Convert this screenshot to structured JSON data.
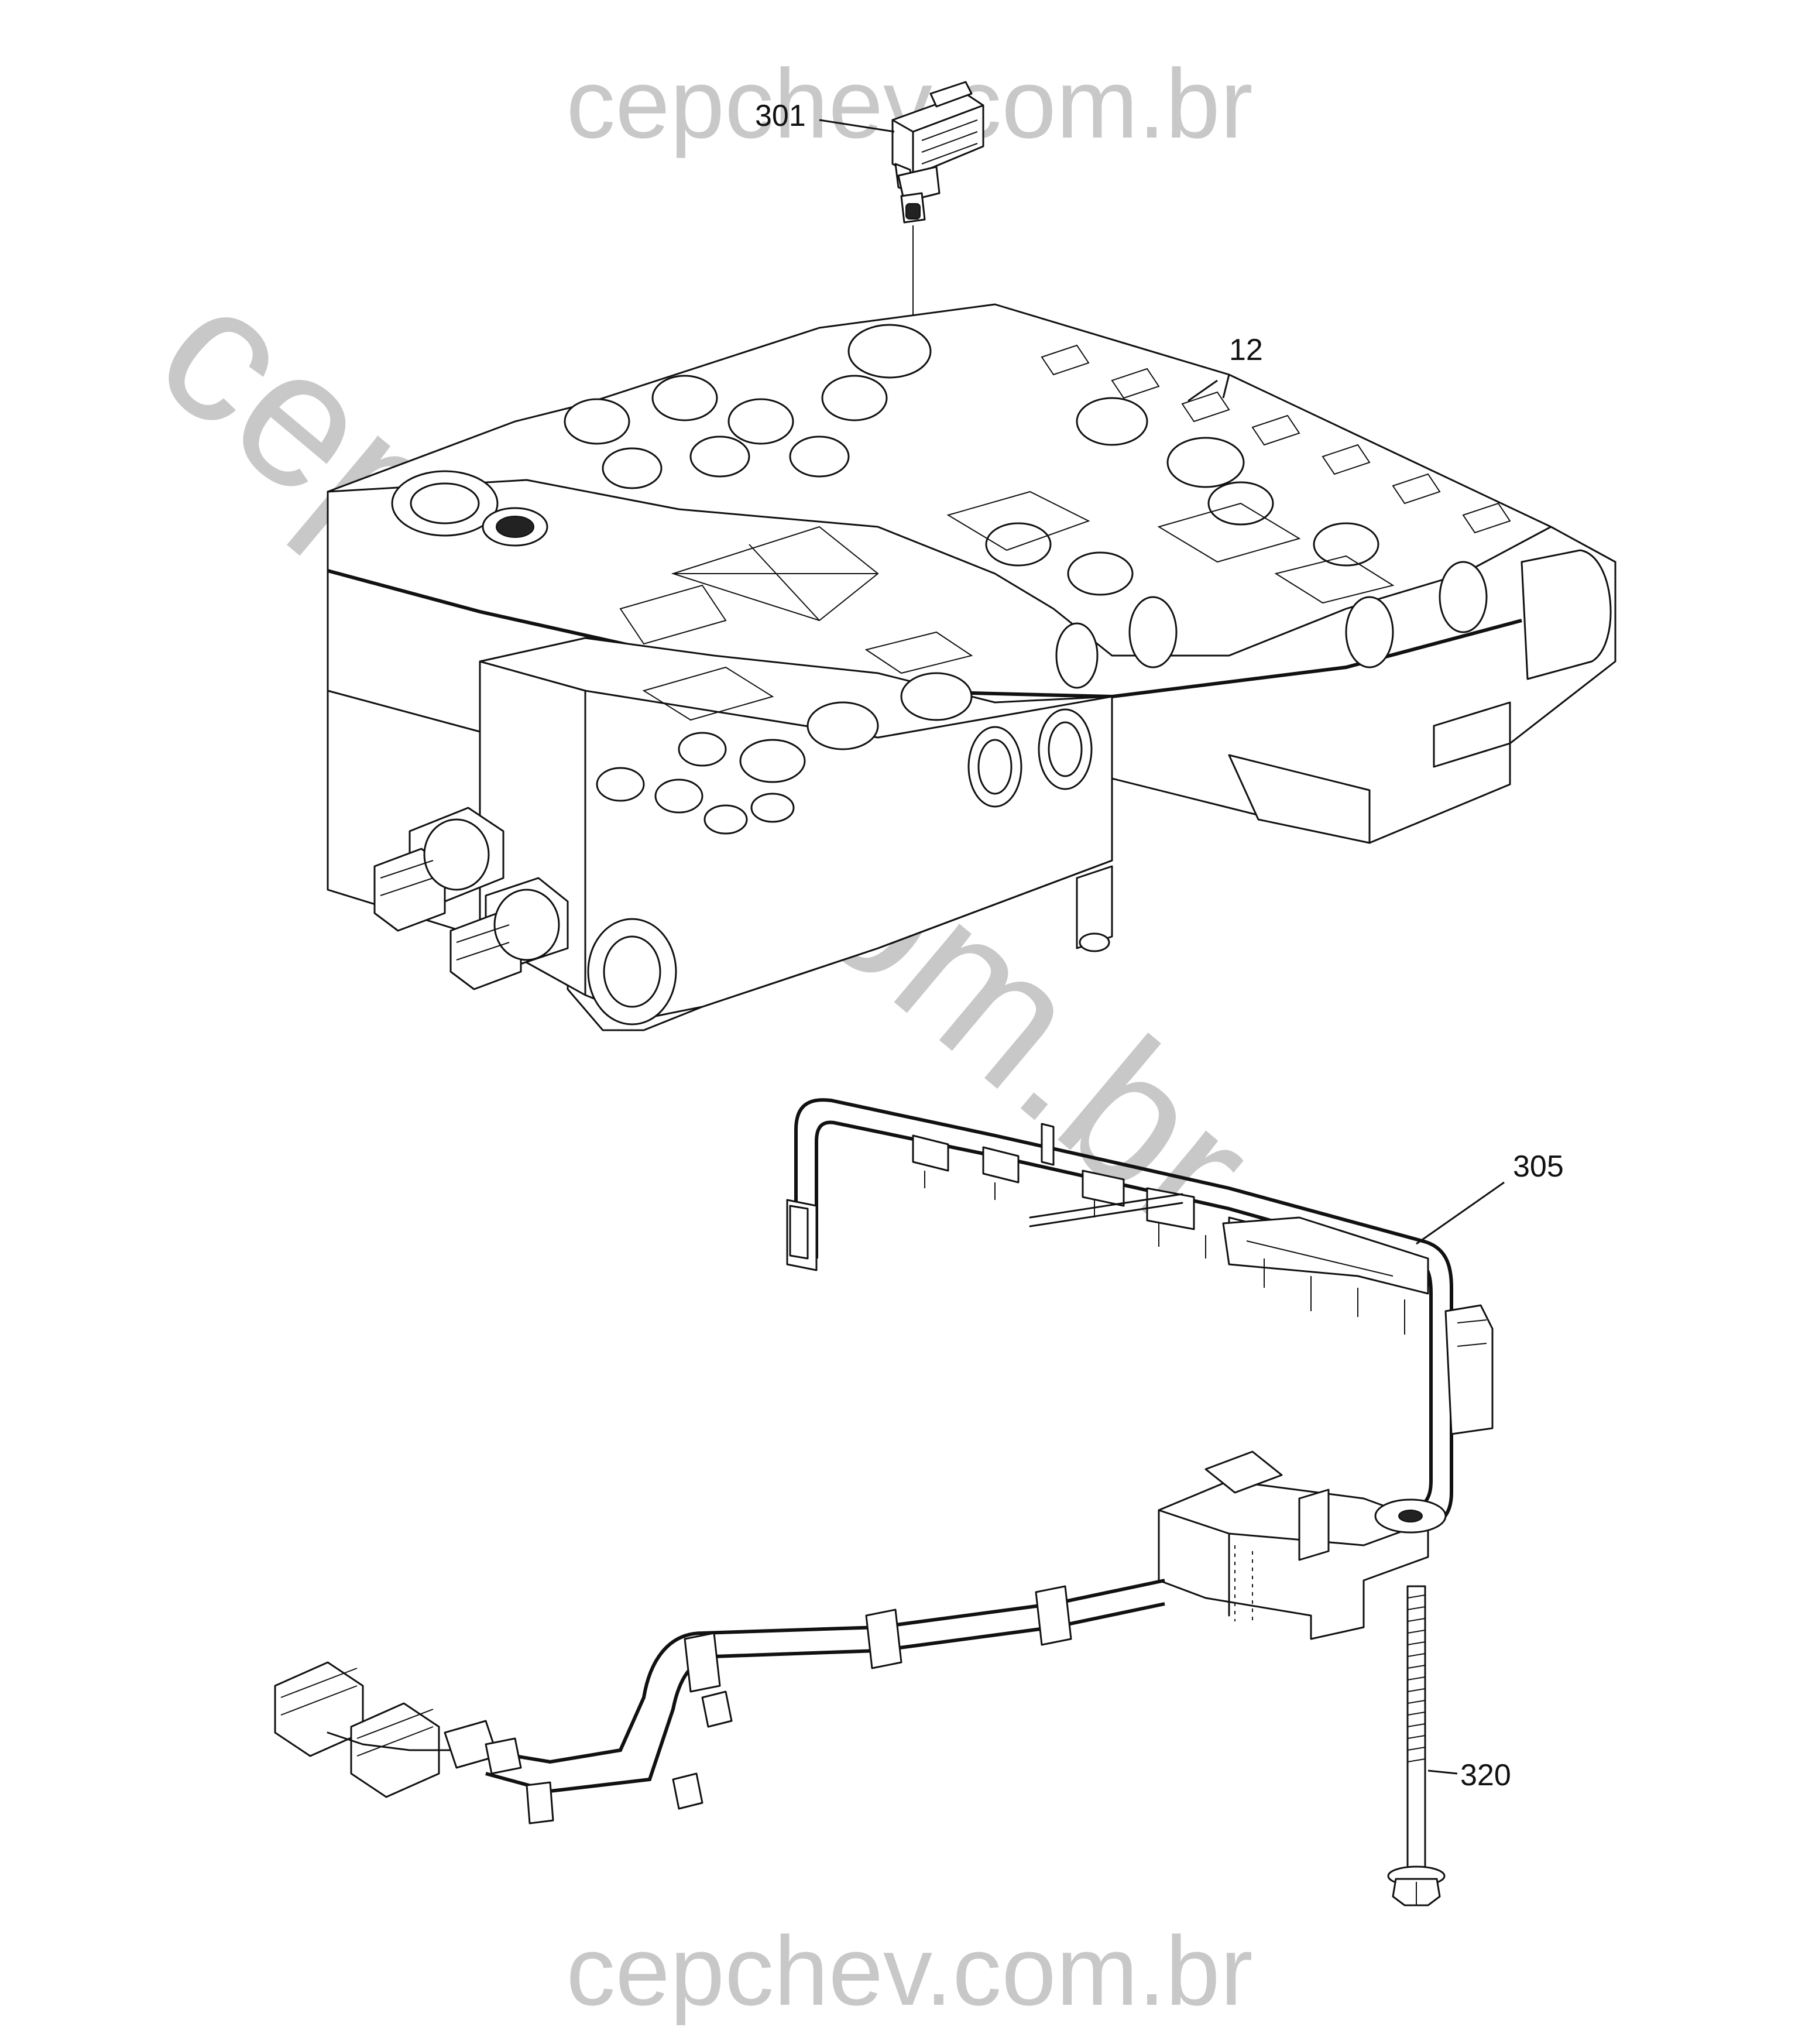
{
  "watermark": {
    "top": "cepchev.com.br",
    "bottom": "cepchev.com.br",
    "diagonal": "cepchev.com.br"
  },
  "callouts": [
    {
      "id": "301",
      "label": "301",
      "part": "sensor"
    },
    {
      "id": "12",
      "label": "12",
      "part": "valve-body"
    },
    {
      "id": "305",
      "label": "305",
      "part": "wiring-harness"
    },
    {
      "id": "320",
      "label": "320",
      "part": "bolt"
    }
  ],
  "colors": {
    "line": "#111111",
    "watermark": "#c8c8c8",
    "background": "#ffffff"
  }
}
